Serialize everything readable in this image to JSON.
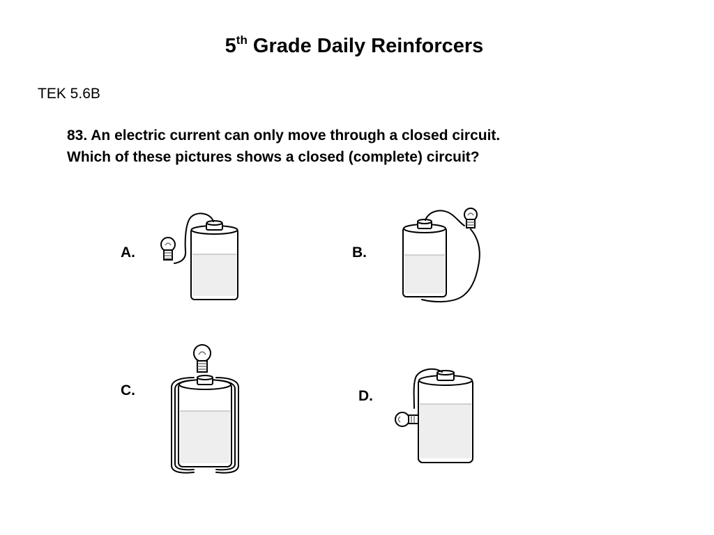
{
  "header": {
    "title_number": "5",
    "title_sup": "th",
    "title_rest": " Grade Daily Reinforcers"
  },
  "tek": "TEK 5.6B",
  "question": {
    "line1": "83. An electric current can only move through a closed circuit.",
    "line2": "Which of these pictures shows a closed (complete) circuit?"
  },
  "choices": [
    {
      "label": "A.",
      "icon": "battery-bulb-open-circuit-icon"
    },
    {
      "label": "B.",
      "icon": "battery-bulb-closed-circuit-icon"
    },
    {
      "label": "C.",
      "icon": "battery-bulb-open-circuit-icon"
    },
    {
      "label": "D.",
      "icon": "battery-bulb-open-circuit-icon"
    }
  ]
}
